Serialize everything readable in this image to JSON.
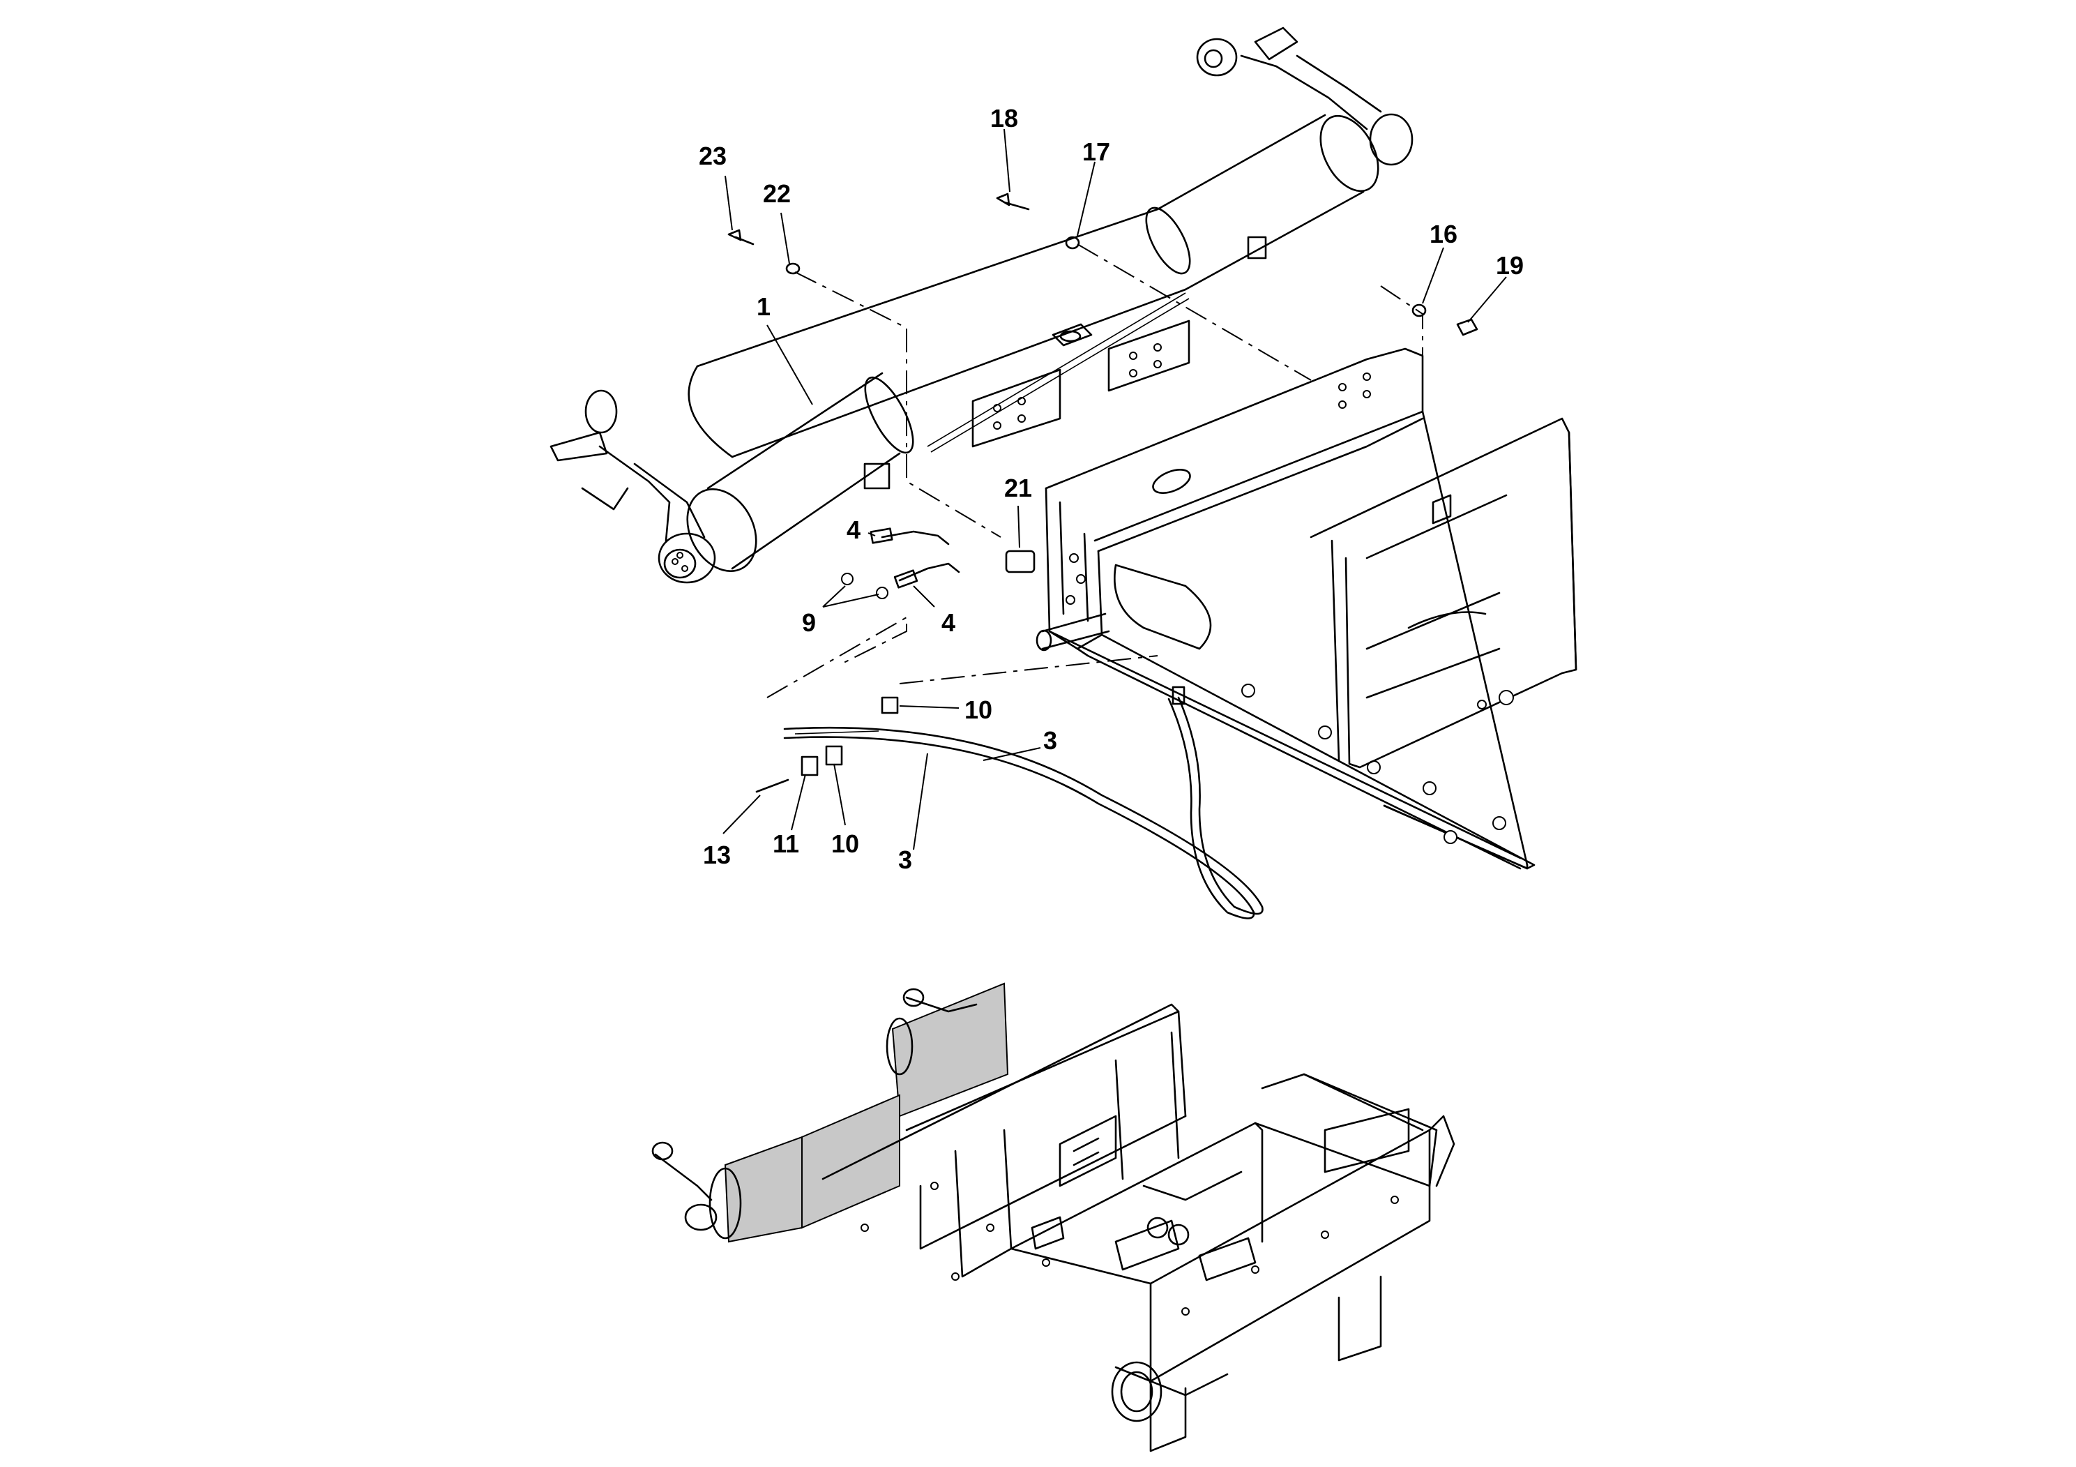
{
  "callouts": [
    {
      "id": "c23",
      "text": "23"
    },
    {
      "id": "c22",
      "text": "22"
    },
    {
      "id": "c1",
      "text": "1"
    },
    {
      "id": "c18",
      "text": "18"
    },
    {
      "id": "c17",
      "text": "17"
    },
    {
      "id": "c16",
      "text": "16"
    },
    {
      "id": "c19",
      "text": "19"
    },
    {
      "id": "c21",
      "text": "21"
    },
    {
      "id": "c4a",
      "text": "4"
    },
    {
      "id": "c9",
      "text": "9"
    },
    {
      "id": "c4b",
      "text": "4"
    },
    {
      "id": "c10a",
      "text": "10"
    },
    {
      "id": "c3a",
      "text": "3"
    },
    {
      "id": "c13",
      "text": "13"
    },
    {
      "id": "c11",
      "text": "11"
    },
    {
      "id": "c10b",
      "text": "10"
    },
    {
      "id": "c3b",
      "text": "3"
    }
  ],
  "colors": {
    "line": "#000000",
    "highlight": "#c8c8c8",
    "background": "#ffffff"
  }
}
